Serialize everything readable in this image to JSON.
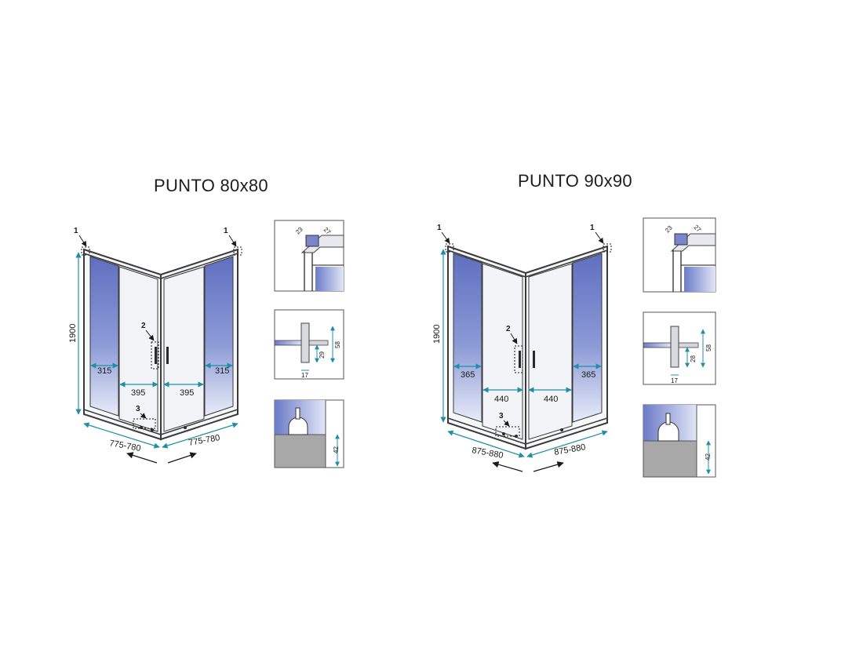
{
  "colors": {
    "frame": "#3a3a3a",
    "glass_frosted": "#f0f1f4",
    "glass_blue": "#6f7fc8",
    "dimension": "#1f8fa8",
    "callout": "#1a1a1a"
  },
  "left": {
    "title": "PUNTO 80x80",
    "height": "1900",
    "fixed_left": "315",
    "fixed_right": "315",
    "door_left": "395",
    "door_right": "395",
    "width_left": "775-780",
    "width_right": "775-780",
    "callout_top_left": "1",
    "callout_top_right": "1",
    "callout_handle": "2",
    "callout_bottom": "3",
    "detail_top_a": "23",
    "detail_top_b": "27",
    "detail_mid_total": "58",
    "detail_mid_inner": "29",
    "detail_mid_width": "17",
    "detail_bottom": "42"
  },
  "right": {
    "title": "PUNTO 90x90",
    "height": "1900",
    "fixed_left": "365",
    "fixed_right": "365",
    "door_left": "440",
    "door_right": "440",
    "width_left": "875-880",
    "width_right": "875-880",
    "callout_top_left": "1",
    "callout_top_right": "1",
    "callout_handle": "2",
    "callout_bottom": "3",
    "detail_top_a": "23",
    "detail_top_b": "27",
    "detail_mid_total": "58",
    "detail_mid_inner": "28",
    "detail_mid_width": "17",
    "detail_bottom": "42"
  }
}
